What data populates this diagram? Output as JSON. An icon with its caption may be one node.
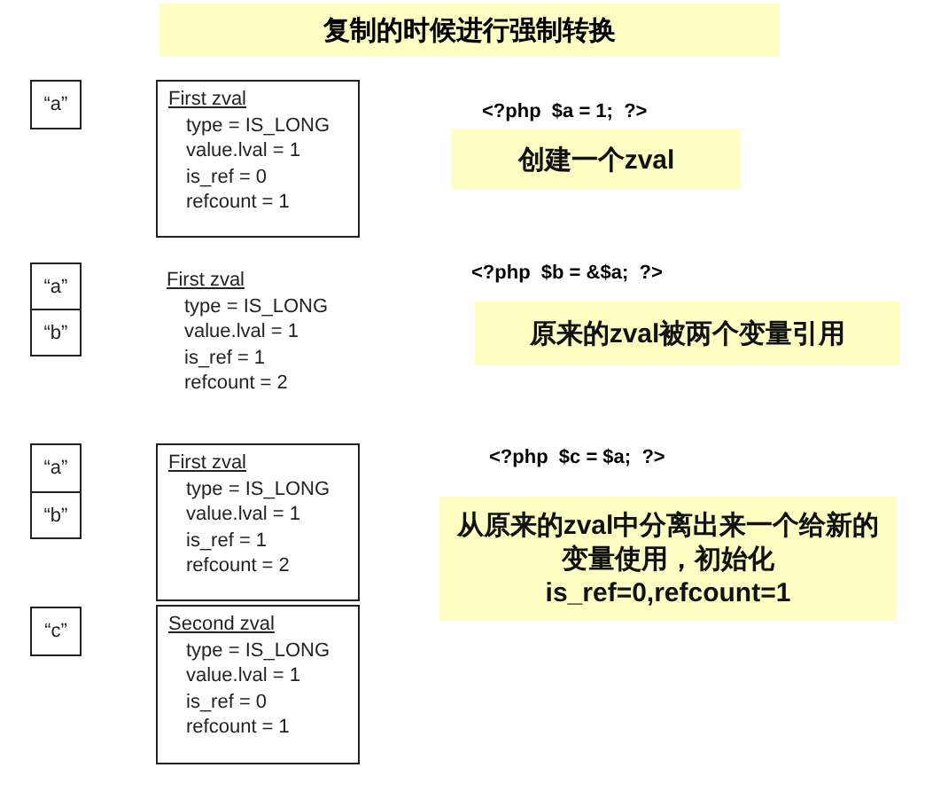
{
  "diagram": {
    "title": "复制的时候进行强制转换",
    "nodes": [
      {
        "text": [
          "“a”"
        ]
      },
      {
        "text": [
          "First zval",
          "type = IS_LONG",
          "value.lval = 1",
          "is_ref = 0",
          "refcount = 1"
        ]
      },
      {
        "text": [
          "创建一个zval"
        ]
      },
      {
        "text": [
          "“a”"
        ]
      },
      {
        "text": [
          "“b”"
        ]
      },
      {
        "text": [
          "First zval",
          "type = IS_LONG",
          "value.lval = 1",
          "is_ref = 1",
          "refcount = 2"
        ]
      },
      {
        "text": [
          "原来的zval被两个变量引用"
        ]
      },
      {
        "text": [
          "“a”"
        ]
      },
      {
        "text": [
          "“b”"
        ]
      },
      {
        "text": [
          "First zval",
          "type = IS_LONG",
          "value.lval = 1",
          "is_ref = 1",
          "refcount = 2"
        ]
      },
      {
        "text": [
          "“c”"
        ]
      },
      {
        "text": [
          "Second zval",
          "type = IS_LONG",
          "value.lval = 1",
          "is_ref = 0",
          "refcount = 1"
        ]
      },
      {
        "text": [
          "从原来的zval中分离出来一个给新的变量使用，初始化is_ref=0,refcount=1"
        ]
      }
    ],
    "labels": [
      "<?php  $a = 1;  ?>",
      "<?php  $b = &$a;  ?>",
      "<?php  $c = $a;  ?>"
    ]
  }
}
